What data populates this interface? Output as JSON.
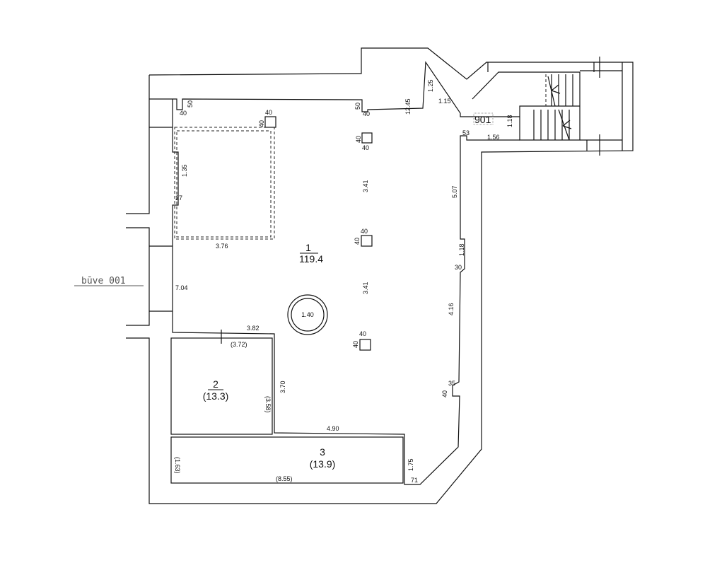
{
  "rooms": {
    "r1": {
      "number": "1",
      "area": "119.4"
    },
    "r2": {
      "number": "2",
      "area": "(13.3)"
    },
    "r3": {
      "number": "3",
      "area": "(13.9)"
    },
    "r901": {
      "number": "901"
    }
  },
  "building_label": "būve 001",
  "column_diameter": "1.40",
  "dims": [
    "40",
    "50",
    "40",
    "40",
    "50",
    "40",
    "12.45",
    "1.25",
    "1.15",
    "1.18",
    "53",
    "1.56",
    "40",
    "40",
    "1.35",
    "27",
    "3.41",
    "3.76",
    "40",
    "40",
    "5.07",
    "1.18",
    "30",
    "7.04",
    "3.41",
    "4.16",
    "3.82",
    "(3.72)",
    "40",
    "40",
    "35",
    "40",
    "(3.58)",
    "3.70",
    "4.90",
    "1.75",
    "(1.63)",
    "(8.55)",
    "71"
  ]
}
